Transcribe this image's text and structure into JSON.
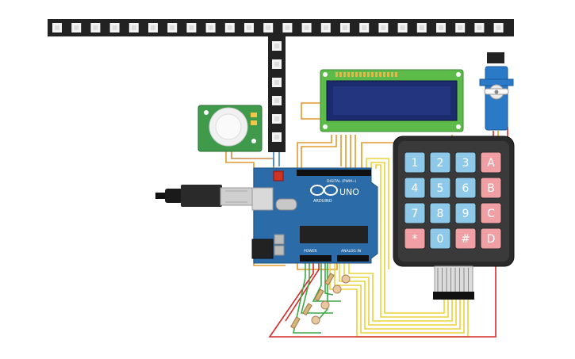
{
  "board": {
    "logo_text": "UNO",
    "brand_text": "ARDUINO",
    "digital_label": "DIGITAL (PWM~)",
    "power_label": "POWER",
    "analog_label": "ANALOG IN"
  },
  "keypad": {
    "keys": [
      {
        "label": "1",
        "kind": "num"
      },
      {
        "label": "2",
        "kind": "num"
      },
      {
        "label": "3",
        "kind": "num"
      },
      {
        "label": "A",
        "kind": "letter"
      },
      {
        "label": "4",
        "kind": "num"
      },
      {
        "label": "5",
        "kind": "num"
      },
      {
        "label": "6",
        "kind": "num"
      },
      {
        "label": "B",
        "kind": "letter"
      },
      {
        "label": "7",
        "kind": "num"
      },
      {
        "label": "8",
        "kind": "num"
      },
      {
        "label": "9",
        "kind": "num"
      },
      {
        "label": "C",
        "kind": "letter"
      },
      {
        "label": "*",
        "kind": "letter"
      },
      {
        "label": "0",
        "kind": "num"
      },
      {
        "label": "#",
        "kind": "letter"
      },
      {
        "label": "D",
        "kind": "letter"
      }
    ]
  },
  "colors": {
    "board": "#2b6ca8",
    "lcd_pcb": "#5dbb4a",
    "lcd_screen": "#1c2a6e",
    "key_num": "#8ec9ea",
    "key_letter": "#f0a0a4",
    "keypad_body": "#2a2a2a",
    "wire_orange": "#e39a2c",
    "wire_yellow": "#ead23b",
    "wire_green": "#3aa845",
    "wire_red": "#d42a2a",
    "led_strip": "#222222",
    "pir_pcb": "#3f9a4c"
  },
  "icons": {
    "usb": "usb-cable-icon",
    "servo": "servo-motor-icon",
    "pir": "pir-sensor-icon"
  }
}
